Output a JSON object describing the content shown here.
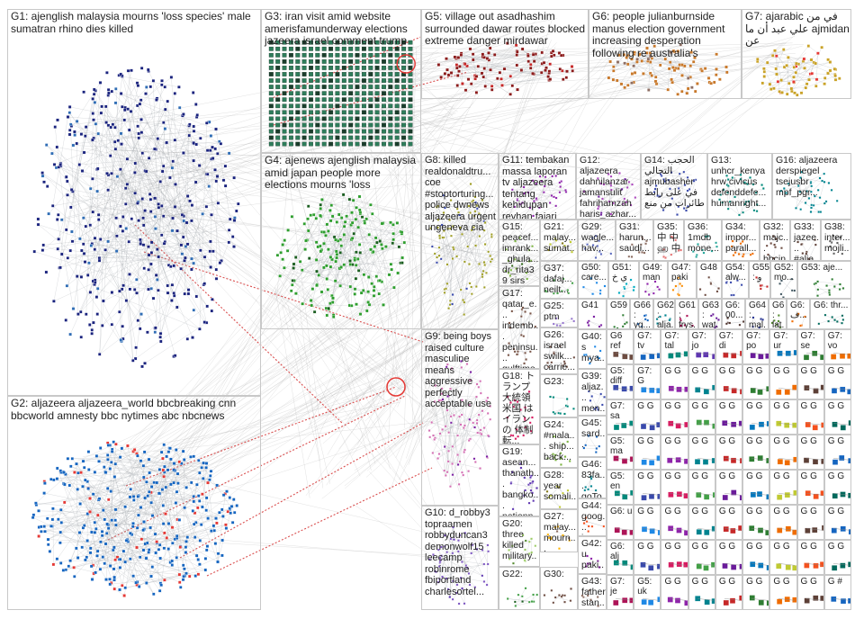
{
  "groups": [
    {
      "id": "G1",
      "text": "G1: ajenglish malaysia mourns 'loss species' male sumatran rhino dies killed",
      "color": "#1a237e",
      "accent": "#2f6db5",
      "kind": "cluster",
      "size": "big"
    },
    {
      "id": "G2",
      "text": "G2: aljazeera aljazeera_world bbcbreaking cnn bbcworld amnesty bbc nytimes abc nbcnews",
      "color": "#1565c0",
      "accent": "#e53935",
      "kind": "cluster",
      "size": "big"
    },
    {
      "id": "G3",
      "text": "G3: iran visit amid website amerisfamunderway elections jazeera israel comment trump",
      "color": "#2e7d5b",
      "accent": "#e53935",
      "kind": "grid",
      "size": "big"
    },
    {
      "id": "G4",
      "text": "G4: ajenews ajenglish malaysia amid japan people more elections mourns 'loss",
      "color": "#2e9e2e",
      "accent": "#1b5e20",
      "kind": "cluster",
      "size": "big"
    },
    {
      "id": "G5",
      "text": "G5: village out asadhashim surrounded dawar routes blocked extreme danger mirdawar",
      "color": "#8b1a1a",
      "accent": "#c62828",
      "kind": "cluster",
      "size": "big"
    },
    {
      "id": "G6",
      "text": "G6: people julianburnside manus election government increasing desperation following re australia's",
      "color": "#c8782a",
      "accent": "#8d6e63",
      "kind": "cluster",
      "size": "big"
    },
    {
      "id": "G7",
      "text": "G7: ajarabic في من علي عبد أن ما ajmidan عن",
      "color": "#c9a227",
      "accent": "#e53935",
      "kind": "cluster",
      "size": "big"
    },
    {
      "id": "G8",
      "text": "G8: killed realdonaldtru... coe #stoptorturing... police dwnews aljazeera urgent ungeneva cia",
      "color": "#9e9d24",
      "accent": "#3949ab",
      "kind": "cluster",
      "size": "med"
    },
    {
      "id": "G9",
      "text": "G9: being boys raised culture masculine means aggressive perfectly acceptable use",
      "color": "#d36fb3",
      "accent": "#7b1fa2",
      "kind": "cluster",
      "size": "med"
    },
    {
      "id": "G10",
      "text": "G10: d_robby3 topraamen robbyduncan3 demonwolf15 leecamp robinrome fbiportland charlesortel...",
      "color": "#7e57c2",
      "accent": "#5e35b1",
      "kind": "cluster",
      "size": "med"
    },
    {
      "id": "G11",
      "text": "G11: tembakan massa laporan tv aljazeera tentang kehidupan reyhan fajari remaja",
      "color": "#8e24aa",
      "accent": "#8e24aa",
      "kind": "cluster",
      "size": "med"
    },
    {
      "id": "G12",
      "text": "G12: aljazeera dahnilanzar jamansulit fahrihamzah haris_azhar...",
      "color": "#ab47bc",
      "accent": "#6a1b9a",
      "kind": "cluster",
      "size": "small"
    },
    {
      "id": "G14",
      "text": "G14: الحجب التحالي ajmubasher في على رابط طائرات من منع",
      "color": "#3949ab",
      "accent": "#3949ab",
      "kind": "cluster",
      "size": "small"
    },
    {
      "id": "G13",
      "text": "G13: unhcr_kenya hrw civicus defenddefe... humanright...",
      "color": "#00897b",
      "accent": "#00897b",
      "kind": "cluster",
      "size": "small"
    },
    {
      "id": "G16",
      "text": "G16: aljazeera derspiegel tsejusbr mpf_pgr...",
      "color": "#00838f",
      "accent": "#00838f",
      "kind": "cluster",
      "size": "small"
    },
    {
      "id": "G15",
      "text": "G15: peacef... imrank... _ghula... dr_rita39 sirs war...",
      "color": "#7cb342",
      "accent": "#33691e",
      "kind": "cluster",
      "size": "small"
    },
    {
      "id": "G21",
      "text": "G21: malay... sumat... rhino...",
      "color": "#c0ca33",
      "accent": "#827717",
      "kind": "cluster",
      "size": "small"
    },
    {
      "id": "G29",
      "text": "G29: wagle... hav...",
      "color": "#5c6bc0",
      "accent": "#5c6bc0",
      "kind": "cluster",
      "size": "small"
    },
    {
      "id": "G31",
      "text": "G31: harun... saudi...",
      "color": "#8d6e63",
      "accent": "#8d6e63",
      "kind": "cluster",
      "size": "small"
    },
    {
      "id": "G35",
      "text": "G35: 中 中 ஹ 中",
      "color": "#e57373",
      "accent": "#e57373",
      "kind": "cluster",
      "size": "small"
    },
    {
      "id": "G36",
      "text": "G36: 1mdb mone...",
      "color": "#26a69a",
      "accent": "#26a69a",
      "kind": "cluster",
      "size": "small"
    },
    {
      "id": "G34",
      "text": "G34: impor... parall...",
      "color": "#ef6c00",
      "accent": "#ef6c00",
      "kind": "cluster",
      "size": "small"
    },
    {
      "id": "G32",
      "text": "G32: majc... bbcin...",
      "color": "#6d4c41",
      "accent": "#6d4c41",
      "kind": "cluster",
      "size": "small"
    },
    {
      "id": "G33",
      "text": "G33: jazee... #alja...",
      "color": "#5d4037",
      "accent": "#5d4037",
      "kind": "cluster",
      "size": "small"
    },
    {
      "id": "G38",
      "text": "G38: inter... mojli...",
      "color": "#616161",
      "accent": "#616161",
      "kind": "cluster",
      "size": "small"
    },
    {
      "id": "G37",
      "text": "G37: dafaj... neilt...",
      "color": "#43a047",
      "accent": "#43a047",
      "kind": "cluster",
      "size": "small"
    },
    {
      "id": "G50",
      "text": "G50: care...",
      "color": "#1e88e5",
      "accent": "#1e88e5",
      "kind": "cluster",
      "size": "tiny"
    },
    {
      "id": "G51",
      "text": "G51: ي خ",
      "color": "#00acc1",
      "accent": "#00acc1",
      "kind": "cluster",
      "size": "tiny"
    },
    {
      "id": "G49",
      "text": "G49: man",
      "color": "#8e24aa",
      "accent": "#8e24aa",
      "kind": "cluster",
      "size": "tiny"
    },
    {
      "id": "G47",
      "text": "G47: paki",
      "color": "#fb8c00",
      "accent": "#fb8c00",
      "kind": "cluster",
      "size": "tiny"
    },
    {
      "id": "G48",
      "text": "G48",
      "color": "#6d4c41",
      "accent": "#6d4c41",
      "kind": "cluster",
      "size": "tiny"
    },
    {
      "id": "G54",
      "text": "G54: alw...",
      "color": "#3949ab",
      "accent": "#3949ab",
      "kind": "cluster",
      "size": "tiny"
    },
    {
      "id": "G55",
      "text": "G55: و",
      "color": "#c62828",
      "accent": "#c62828",
      "kind": "cluster",
      "size": "tiny"
    },
    {
      "id": "G52",
      "text": "G52: mo...",
      "color": "#455a64",
      "accent": "#455a64",
      "kind": "cluster",
      "size": "tiny"
    },
    {
      "id": "G53",
      "text": "G53: aje...",
      "color": "#2e7d32",
      "accent": "#2e7d32",
      "kind": "cluster",
      "size": "tiny"
    },
    {
      "id": "G25",
      "text": "G25: ptm",
      "color": "#9575cd",
      "accent": "#9575cd",
      "kind": "cluster",
      "size": "small"
    },
    {
      "id": "G17",
      "text": "G17: qatar_e... indemb... peninsu... gulftime... messch...",
      "color": "#795548",
      "accent": "#795548",
      "kind": "cluster",
      "size": "small"
    },
    {
      "id": "G41",
      "text": "G41",
      "color": "#7b1fa2",
      "accent": "#7b1fa2",
      "kind": "cluster",
      "size": "tiny"
    },
    {
      "id": "G59",
      "text": "G59",
      "color": "#2e7d32",
      "accent": "#2e7d32",
      "kind": "cluster",
      "size": "tiny"
    },
    {
      "id": "G66",
      "text": "G66: yg...",
      "color": "#1565c0",
      "accent": "#1565c0",
      "kind": "cluster",
      "size": "tiny"
    },
    {
      "id": "G62",
      "text": "G62: alja...",
      "color": "#00838f",
      "accent": "#00838f",
      "kind": "cluster",
      "size": "tiny"
    },
    {
      "id": "G61",
      "text": "G61: frys...",
      "color": "#ad1457",
      "accent": "#ad1457",
      "kind": "cluster",
      "size": "tiny"
    },
    {
      "id": "G63",
      "text": "G63: wat...",
      "color": "#6a1b9a",
      "accent": "#6a1b9a",
      "kind": "cluster",
      "size": "tiny"
    },
    {
      "id": "G6x",
      "text": "G6: 00...",
      "color": "#4e342e",
      "accent": "#4e342e",
      "kind": "cluster",
      "size": "tiny"
    },
    {
      "id": "G64",
      "text": "G64: mal...",
      "color": "#283593",
      "accent": "#283593",
      "kind": "cluster",
      "size": "tiny"
    },
    {
      "id": "G6a",
      "text": "G6: lat...",
      "color": "#558b2f",
      "accent": "#558b2f",
      "kind": "cluster",
      "size": "tiny"
    },
    {
      "id": "G6b",
      "text": "G6: ف...",
      "color": "#ef6c00",
      "accent": "#ef6c00",
      "kind": "cluster",
      "size": "tiny"
    },
    {
      "id": "G6c",
      "text": "G6: thr...",
      "color": "#00695c",
      "accent": "#00695c",
      "kind": "cluster",
      "size": "tiny"
    },
    {
      "id": "G26",
      "text": "G26: israel swilk... carrie...",
      "color": "#6d4c41",
      "accent": "#6d4c41",
      "kind": "cluster",
      "size": "small"
    },
    {
      "id": "G40",
      "text": "G40: s mya...",
      "color": "#1e88e5",
      "accent": "#1e88e5",
      "kind": "cluster",
      "size": "small"
    },
    {
      "id": "G18",
      "text": "G18: トランプ大統領 米国 はイランの 体制転...",
      "color": "#d81b60",
      "accent": "#d81b60",
      "kind": "cluster",
      "size": "small"
    },
    {
      "id": "G23",
      "text": "G23:",
      "color": "#00897b",
      "accent": "#00897b",
      "kind": "cluster",
      "size": "small"
    },
    {
      "id": "G39",
      "text": "G39: aljaz... men...",
      "color": "#3949ab",
      "accent": "#3949ab",
      "kind": "cluster",
      "size": "small"
    },
    {
      "id": "G24",
      "text": "G24: #mala... ship... back...",
      "color": "#7cb342",
      "accent": "#7cb342",
      "kind": "cluster",
      "size": "small"
    },
    {
      "id": "G45",
      "text": "G45: sard...",
      "color": "#1565c0",
      "accent": "#1565c0",
      "kind": "cluster",
      "size": "small"
    },
    {
      "id": "G19",
      "text": "G19: asean... thanath... bangko... nationn...",
      "color": "#5e35b1",
      "accent": "#5e35b1",
      "kind": "cluster",
      "size": "small"
    },
    {
      "id": "G46",
      "text": "G46: 83fa... goTo...",
      "color": "#00838f",
      "accent": "#00838f",
      "kind": "cluster",
      "size": "small"
    },
    {
      "id": "G28",
      "text": "G28: year somali...",
      "color": "#c0ca33",
      "accent": "#827717",
      "kind": "cluster",
      "size": "small"
    },
    {
      "id": "G20",
      "text": "G20: three killed military...",
      "color": "#9ccc65",
      "accent": "#558b2f",
      "kind": "cluster",
      "size": "small"
    },
    {
      "id": "G44",
      "text": "G44: goog... iran...",
      "color": "#f4511e",
      "accent": "#f4511e",
      "kind": "cluster",
      "size": "small"
    },
    {
      "id": "G27",
      "text": "G27: malay... mourn...",
      "color": "#ffb300",
      "accent": "#8d6e63",
      "kind": "cluster",
      "size": "small"
    },
    {
      "id": "G42",
      "text": "G42: u paki...",
      "color": "#8e24aa",
      "accent": "#8e24aa",
      "kind": "cluster",
      "size": "small"
    },
    {
      "id": "G22",
      "text": "G22:",
      "color": "#43a047",
      "accent": "#1b5e20",
      "kind": "cluster",
      "size": "small"
    },
    {
      "id": "G30",
      "text": "G30:",
      "color": "#6d4c41",
      "accent": "#6d4c41",
      "kind": "cluster",
      "size": "small"
    },
    {
      "id": "G43",
      "text": "G43: father stan...",
      "color": "#8d6e63",
      "accent": "#8d6e63",
      "kind": "cluster",
      "size": "small"
    }
  ],
  "tiles": [
    {
      "text": "G6 ref",
      "color": "#6d4c41"
    },
    {
      "text": "G7: tv",
      "color": "#1565c0"
    },
    {
      "text": "G7: tal",
      "color": "#00897b"
    },
    {
      "text": "G7: jo",
      "color": "#5e35b1"
    },
    {
      "text": "G7: di",
      "color": "#c62828"
    },
    {
      "text": "G7: po",
      "color": "#6a1b9a"
    },
    {
      "text": "G7: ur",
      "color": "#0277bd"
    },
    {
      "text": "G7: se",
      "color": "#2e7d32"
    },
    {
      "text": "G7: vo",
      "color": "#ef6c00"
    },
    {
      "text": "G5: diff",
      "color": "#3949ab"
    },
    {
      "text": "G7: G",
      "color": "#1e88e5"
    },
    {
      "text": "G G",
      "color": "#8e24aa"
    },
    {
      "text": "G G",
      "color": "#00838f"
    },
    {
      "text": "G G",
      "color": "#c62828"
    },
    {
      "text": "G G",
      "color": "#2e7d32"
    },
    {
      "text": "G G",
      "color": "#ef6c00"
    },
    {
      "text": "G G",
      "color": "#5d4037"
    },
    {
      "text": "G G",
      "color": "#1565c0"
    },
    {
      "text": "G7: sa",
      "color": "#00897b"
    },
    {
      "text": "G G",
      "color": "#3949ab"
    },
    {
      "text": "G G",
      "color": "#d81b60"
    },
    {
      "text": "G G",
      "color": "#43a047"
    },
    {
      "text": "G G",
      "color": "#6a1b9a"
    },
    {
      "text": "G G",
      "color": "#0277bd"
    },
    {
      "text": "G G",
      "color": "#c0ca33"
    },
    {
      "text": "G G",
      "color": "#f4511e"
    },
    {
      "text": "G G",
      "color": "#00695c"
    },
    {
      "text": "G5: ma",
      "color": "#ad1457"
    },
    {
      "text": "G G",
      "color": "#1e88e5"
    },
    {
      "text": "G G",
      "color": "#8e24aa"
    },
    {
      "text": "G G",
      "color": "#00838f"
    },
    {
      "text": "G G",
      "color": "#c62828"
    },
    {
      "text": "G G",
      "color": "#2e7d32"
    },
    {
      "text": "G G",
      "color": "#ef6c00"
    },
    {
      "text": "G G",
      "color": "#5d4037"
    },
    {
      "text": "G G",
      "color": "#1565c0"
    },
    {
      "text": "G5: en",
      "color": "#00897b"
    },
    {
      "text": "G G",
      "color": "#3949ab"
    },
    {
      "text": "G G",
      "color": "#d81b60"
    },
    {
      "text": "G G",
      "color": "#43a047"
    },
    {
      "text": "G G",
      "color": "#6a1b9a"
    },
    {
      "text": "G G",
      "color": "#0277bd"
    },
    {
      "text": "G G",
      "color": "#c0ca33"
    },
    {
      "text": "G G",
      "color": "#f4511e"
    },
    {
      "text": "G G",
      "color": "#00695c"
    },
    {
      "text": "G6: u",
      "color": "#ad1457"
    },
    {
      "text": "G G",
      "color": "#1e88e5"
    },
    {
      "text": "G G",
      "color": "#8e24aa"
    },
    {
      "text": "G G",
      "color": "#00838f"
    },
    {
      "text": "G G",
      "color": "#c62828"
    },
    {
      "text": "G G",
      "color": "#2e7d32"
    },
    {
      "text": "G G",
      "color": "#ef6c00"
    },
    {
      "text": "G G",
      "color": "#5d4037"
    },
    {
      "text": "G G",
      "color": "#1565c0"
    },
    {
      "text": "G6: alj",
      "color": "#00897b"
    },
    {
      "text": "G G",
      "color": "#3949ab"
    },
    {
      "text": "G G",
      "color": "#d81b60"
    },
    {
      "text": "G G",
      "color": "#43a047"
    },
    {
      "text": "G G",
      "color": "#6a1b9a"
    },
    {
      "text": "G G",
      "color": "#0277bd"
    },
    {
      "text": "G G",
      "color": "#c0ca33"
    },
    {
      "text": "G G",
      "color": "#f4511e"
    },
    {
      "text": "G G",
      "color": "#00695c"
    },
    {
      "text": "G7: je",
      "color": "#ad1457"
    },
    {
      "text": "G5: uk",
      "color": "#1e88e5"
    },
    {
      "text": "G G",
      "color": "#8e24aa"
    },
    {
      "text": "G G",
      "color": "#00838f"
    },
    {
      "text": "G G",
      "color": "#c62828"
    },
    {
      "text": "G G",
      "color": "#2e7d32"
    },
    {
      "text": "G G",
      "color": "#ef6c00"
    },
    {
      "text": "G G",
      "color": "#5d4037"
    },
    {
      "text": "G #",
      "color": "#1565c0"
    }
  ]
}
